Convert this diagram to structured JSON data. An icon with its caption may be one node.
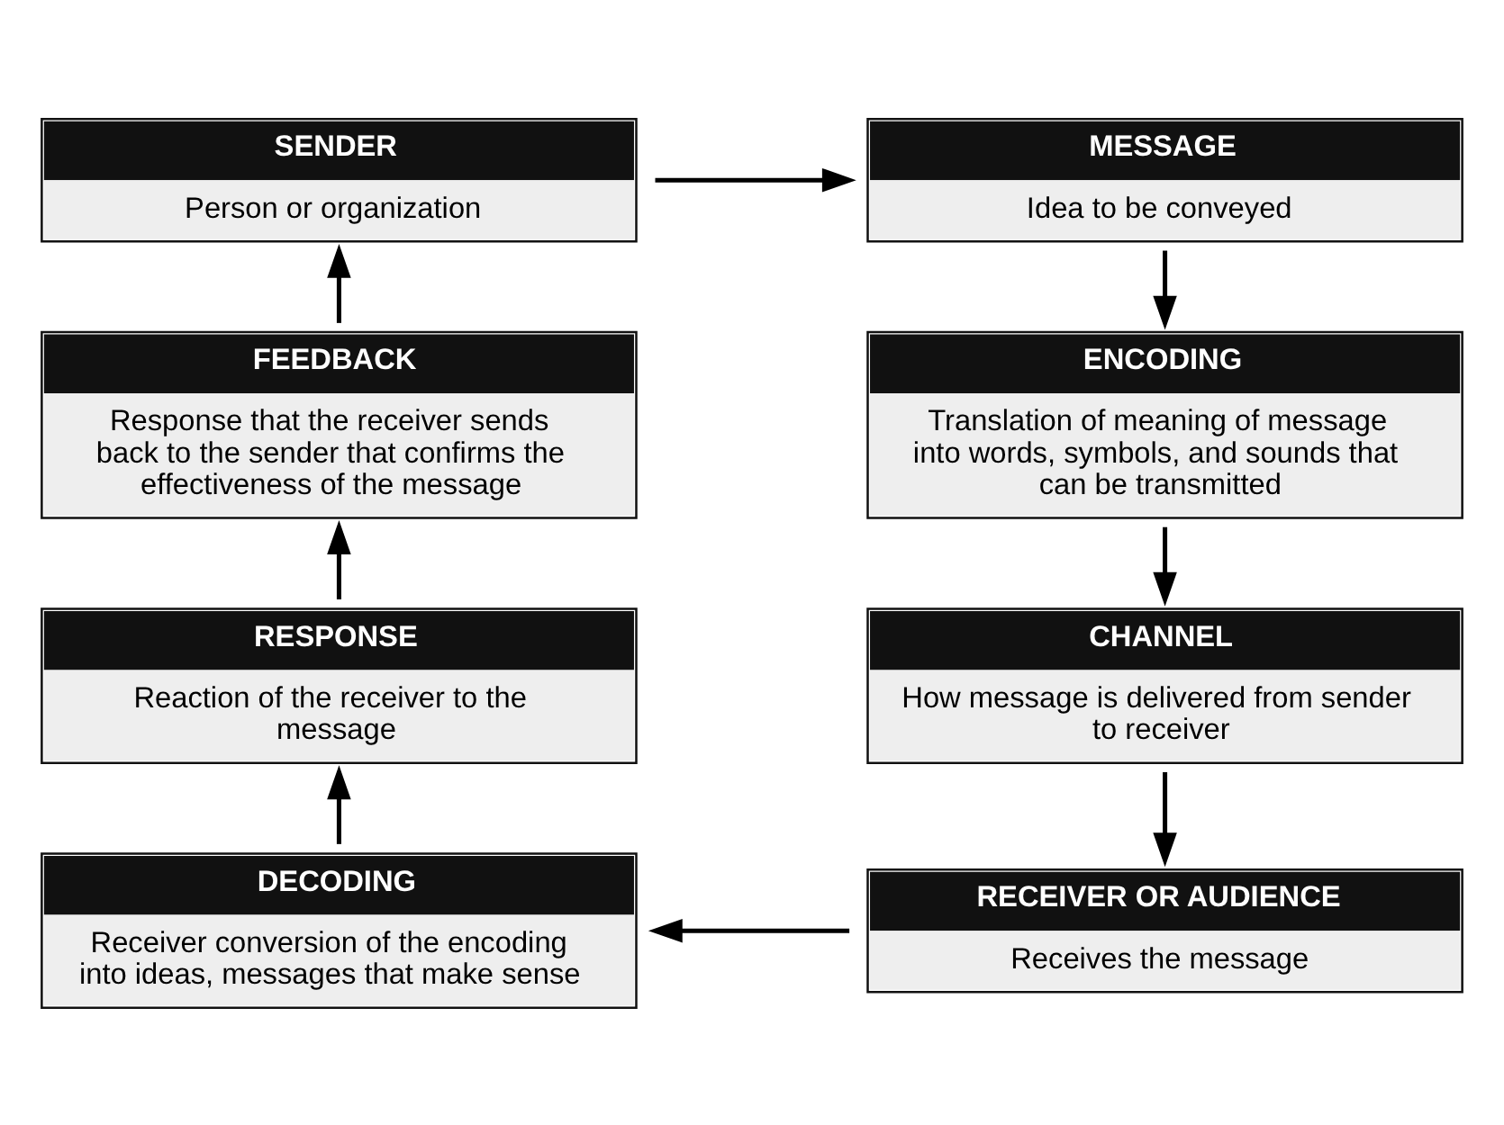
{
  "diagram": {
    "nodes": [
      {
        "text": [
          "SENDER",
          "Person or organization"
        ]
      },
      {
        "text": [
          "MESSAGE",
          "Idea to be conveyed"
        ]
      },
      {
        "text": [
          "ENCODING",
          "Translation of meaning of message into words, symbols, and sounds that can be transmitted"
        ]
      },
      {
        "text": [
          "CHANNEL",
          "How message is delivered from sender to receiver"
        ]
      },
      {
        "text": [
          "RECEIVER OR AUDIENCE",
          "Receives the message"
        ]
      },
      {
        "text": [
          "DECODING",
          "Receiver conversion of the encoding into ideas, messages that make sense"
        ]
      },
      {
        "text": [
          "RESPONSE",
          "Reaction of the receiver to the message"
        ]
      },
      {
        "text": [
          "FEEDBACK",
          "Response that the receiver sends back to the sender that confirms the effectiveness of the message"
        ]
      }
    ],
    "edges": [
      {
        "from": 0,
        "to": 1,
        "arrow": "to"
      },
      {
        "from": 1,
        "to": 2,
        "arrow": "to"
      },
      {
        "from": 2,
        "to": 3,
        "arrow": "to"
      },
      {
        "from": 3,
        "to": 4,
        "arrow": "to"
      },
      {
        "from": 4,
        "to": 5,
        "arrow": "to"
      },
      {
        "from": 5,
        "to": 6,
        "arrow": "to"
      },
      {
        "from": 6,
        "to": 7,
        "arrow": "to"
      },
      {
        "from": 7,
        "to": 0,
        "arrow": "to"
      }
    ]
  }
}
